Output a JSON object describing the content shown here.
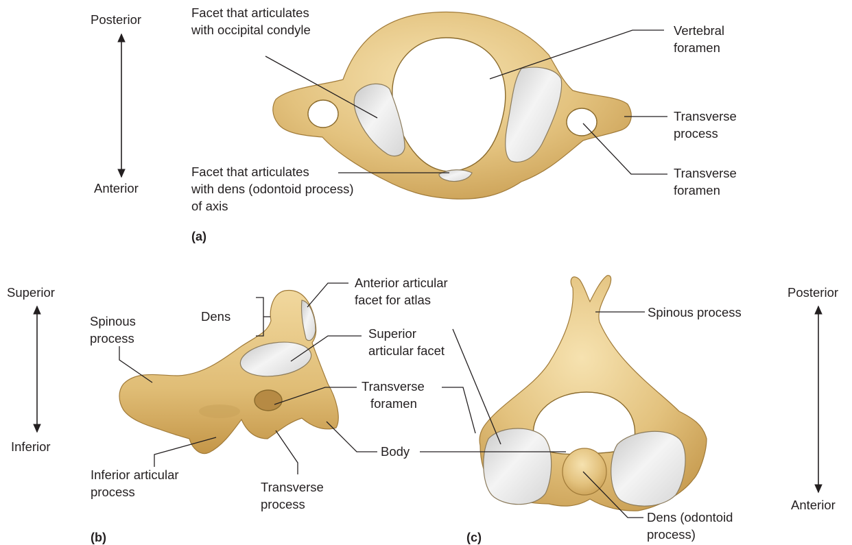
{
  "panels": {
    "a": {
      "label": "(a)",
      "orientation": {
        "top": "Posterior",
        "bottom": "Anterior"
      },
      "callouts": {
        "occipital_facet": [
          "Facet that articulates",
          "with occipital condyle"
        ],
        "vertebral_foramen": [
          "Vertebral",
          "foramen"
        ],
        "transverse_process": [
          "Transverse",
          "process"
        ],
        "transverse_foramen": [
          "Transverse",
          "foramen"
        ],
        "dens_facet": [
          "Facet that articulates",
          "with dens (odontoid process)",
          "of axis"
        ]
      }
    },
    "b": {
      "label": "(b)",
      "orientation": {
        "top": "Superior",
        "bottom": "Inferior"
      },
      "callouts": {
        "spinous_process": [
          "Spinous",
          "process"
        ],
        "dens": [
          "Dens"
        ],
        "anterior_facet": [
          "Anterior articular",
          "facet for atlas"
        ],
        "superior_facet": [
          "Superior",
          "articular facet"
        ],
        "transverse_foramen": [
          "Transverse",
          "foramen"
        ],
        "inferior_process": [
          "Inferior articular",
          "process"
        ],
        "transverse_process": [
          "Transverse",
          "process"
        ],
        "body": [
          "Body"
        ]
      }
    },
    "c": {
      "label": "(c)",
      "orientation": {
        "top": "Posterior",
        "bottom": "Anterior"
      },
      "callouts": {
        "spinous_process": [
          "Spinous process"
        ],
        "dens": [
          "Dens (odontoid",
          "process)"
        ]
      }
    }
  },
  "colors": {
    "bone": "#e3c27e",
    "bone_shadow": "#c69a4e",
    "facet": "#e9e9e9",
    "ink": "#231f20"
  }
}
